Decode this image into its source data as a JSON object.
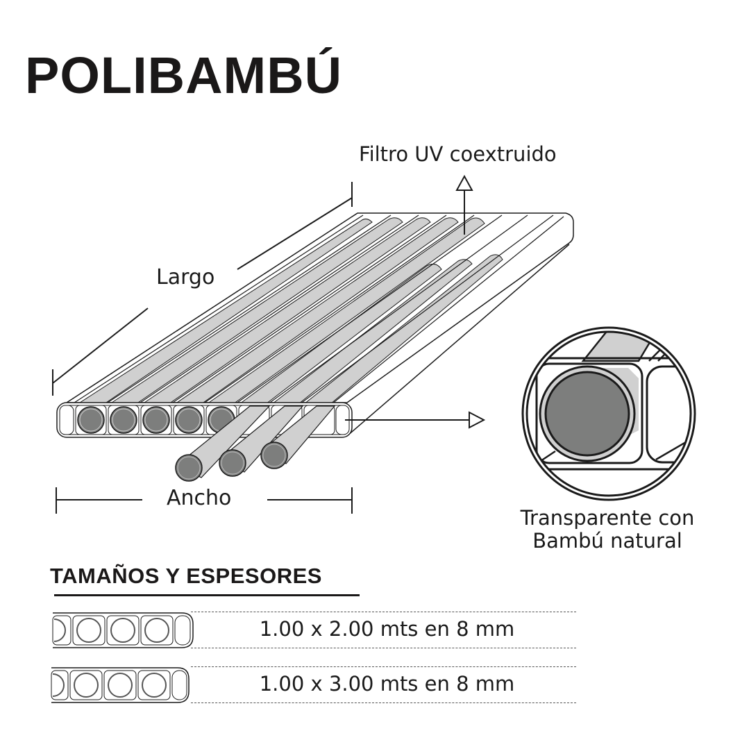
{
  "title": "POLIBAMBÚ",
  "diagram": {
    "labels": {
      "uv_filter": "Filtro UV coextruido",
      "length": "Largo",
      "width": "Ancho",
      "detail_line1": "Transparente con",
      "detail_line2": "Bambú natural"
    },
    "colors": {
      "outline": "#1a1a1a",
      "bamboo_light": "#d0d0d0",
      "bamboo_dark": "#7d7e7d",
      "background": "#ffffff"
    }
  },
  "sizes": {
    "heading": "TAMAÑOS Y ESPESORES",
    "items": [
      {
        "label": "1.00 x 2.00 mts en 8 mm"
      },
      {
        "label": "1.00 x 3.00 mts en 8 mm"
      }
    ]
  }
}
